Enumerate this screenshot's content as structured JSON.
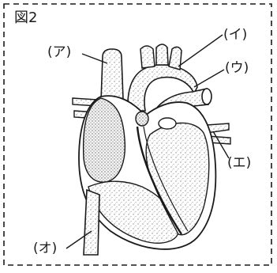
{
  "figure": {
    "title": "図2",
    "labels": {
      "a": "(ア)",
      "i": "(イ)",
      "u": "(ウ)",
      "e": "(エ)",
      "o": "(オ)"
    }
  },
  "colors": {
    "ink": "#1a1a1a",
    "stipple": "#9a9a9a",
    "background": "#ffffff"
  }
}
